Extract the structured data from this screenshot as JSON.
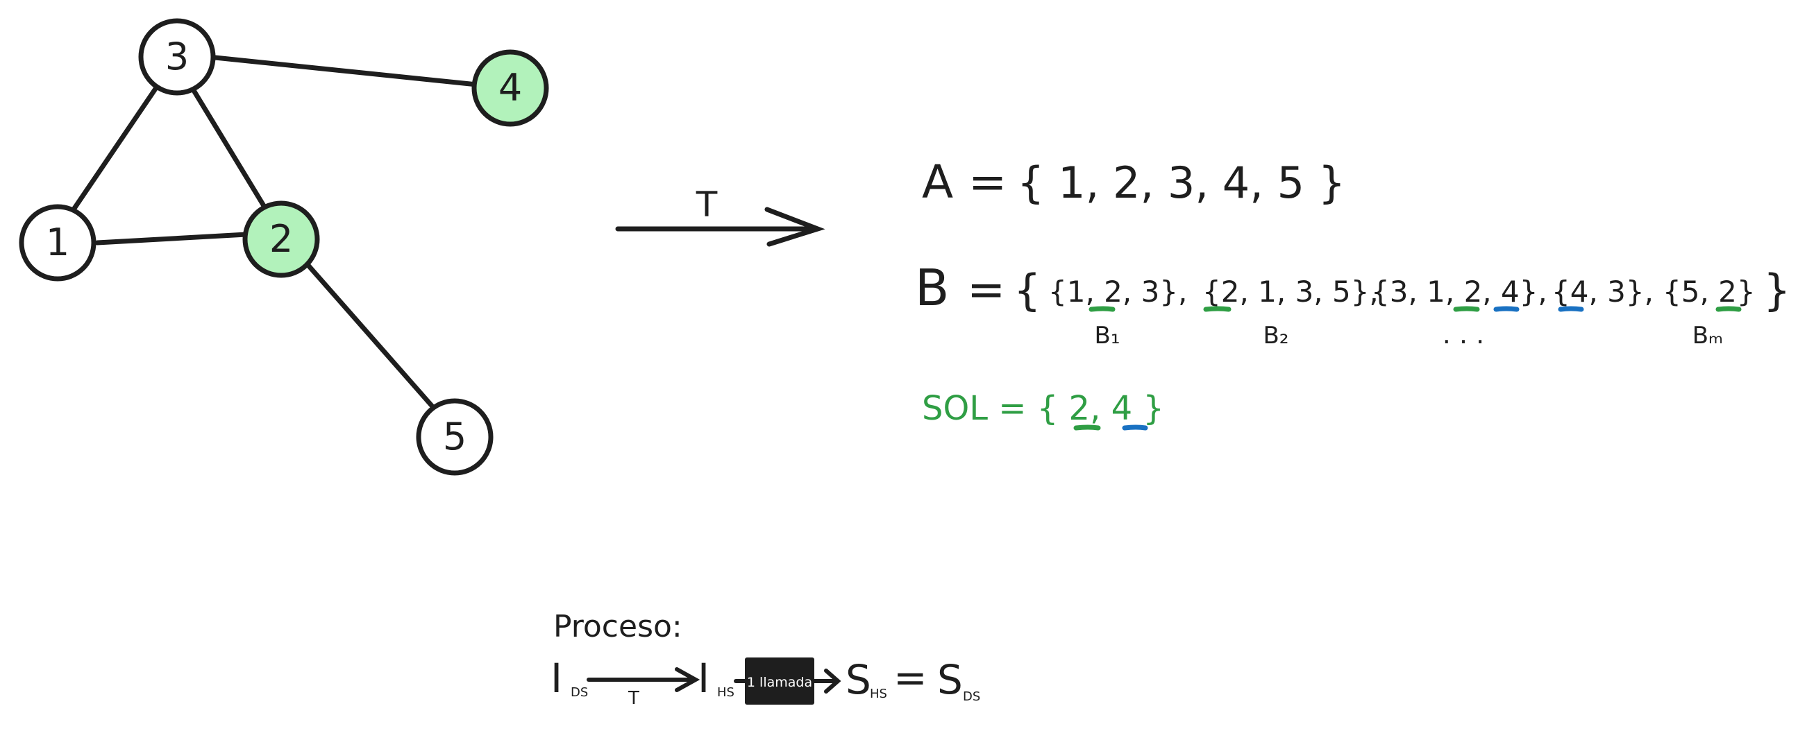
{
  "graph": {
    "nodes": [
      {
        "id": "1",
        "label": "1",
        "highlighted": false
      },
      {
        "id": "2",
        "label": "2",
        "highlighted": true
      },
      {
        "id": "3",
        "label": "3",
        "highlighted": false
      },
      {
        "id": "4",
        "label": "4",
        "highlighted": true
      },
      {
        "id": "5",
        "label": "5",
        "highlighted": false
      }
    ],
    "edges": [
      [
        "3",
        "4"
      ],
      [
        "3",
        "1"
      ],
      [
        "3",
        "2"
      ],
      [
        "1",
        "2"
      ],
      [
        "2",
        "5"
      ]
    ]
  },
  "transform_label": "T",
  "set_a": {
    "name": "A",
    "eq": "=",
    "text": "{ 1, 2, 3, 4, 5 }"
  },
  "set_b": {
    "name": "B",
    "eq": "=",
    "open": "{",
    "close": "}",
    "subsets": [
      {
        "text": "{1, 2, 3},",
        "label": "B₁"
      },
      {
        "text": "{2, 1, 3, 5},",
        "label": "B₂"
      },
      {
        "text": "{3, 1, 2, 4},",
        "label": ". . ."
      },
      {
        "text": "{4, 3},",
        "label": ""
      },
      {
        "text": "{5, 2}",
        "label": "Bₘ"
      }
    ]
  },
  "solution": {
    "text": "SOL = { 2, 4 }"
  },
  "process": {
    "title": "Proceso:",
    "i_ds": "I",
    "i_ds_sub": "DS",
    "arrow_label": "T",
    "i_hs": "I",
    "i_hs_sub": "HS",
    "box_label": "1 llamada",
    "s_hs": "S",
    "s_hs_sub": "HS",
    "eq": "=",
    "s_ds": "S",
    "s_ds_sub": "DS"
  },
  "colors": {
    "ink": "#1e1e1e",
    "node_highlight": "#b2f2bb",
    "green": "#2f9e44",
    "blue": "#1971c2",
    "box": "#1e1e1e"
  }
}
